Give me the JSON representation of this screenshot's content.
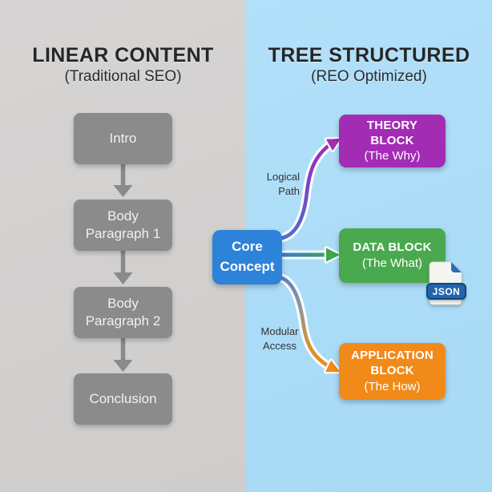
{
  "left_panel": {
    "title": "LINEAR CONTENT",
    "subtitle": "(Traditional SEO)",
    "background_color": "#d2d0cf",
    "box_color": "#8b8b8b",
    "arrow_color": "#8a8a8a",
    "boxes": [
      {
        "label": "Intro"
      },
      {
        "label": "Body Paragraph 1"
      },
      {
        "label": "Body Paragraph 2"
      },
      {
        "label": "Conclusion"
      }
    ]
  },
  "right_panel": {
    "title": "TREE STRUCTURED",
    "subtitle": "(REO Optimized)",
    "background_color": "#abdcf7",
    "core_node": {
      "label": "Core Concept",
      "color": "#2d82d9"
    },
    "blocks": [
      {
        "title": "THEORY BLOCK",
        "subtitle": "(The Why)",
        "color": "#a32cb5"
      },
      {
        "title": "DATA BLOCK",
        "subtitle": "(The What)",
        "color": "#4aa94e"
      },
      {
        "title": "APPLICATION BLOCK",
        "subtitle": "(The How)",
        "color": "#f18a18"
      }
    ],
    "edge_labels": [
      {
        "text": "Logical\nPath"
      },
      {
        "text": "Modular\nAccess"
      }
    ],
    "json_badge": {
      "label": "JSON",
      "color": "#2166ad"
    },
    "connector_colors": {
      "theory": [
        "#4a72cf",
        "#a32cb5"
      ],
      "data": [
        "#3d7ad4",
        "#3fa54c"
      ],
      "application": [
        "#6680c4",
        "#f18a18"
      ]
    }
  }
}
